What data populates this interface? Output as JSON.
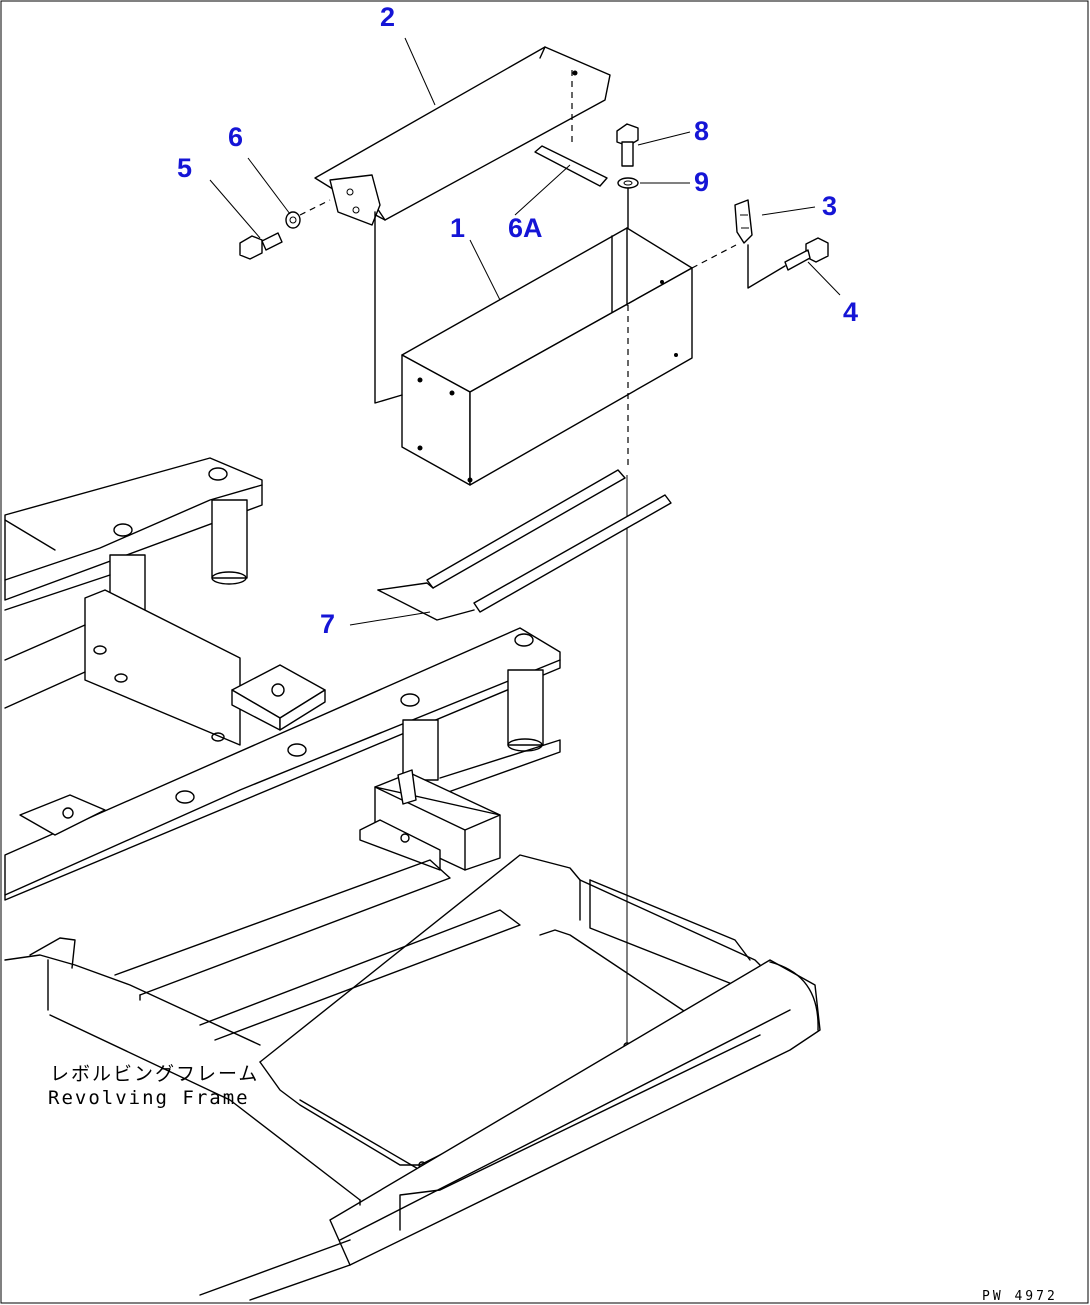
{
  "callouts": {
    "c1": "1",
    "c2": "2",
    "c3": "3",
    "c4": "4",
    "c5": "5",
    "c6": "6",
    "c6a": "6A",
    "c7": "7",
    "c8": "8",
    "c9": "9"
  },
  "frame_label": {
    "japanese": "レボルビングフレーム",
    "english": "Revolving Frame"
  },
  "drawing_code": "PW_4972",
  "colors": {
    "callout": "#1515d6",
    "line": "#000000",
    "background": "#ffffff"
  }
}
